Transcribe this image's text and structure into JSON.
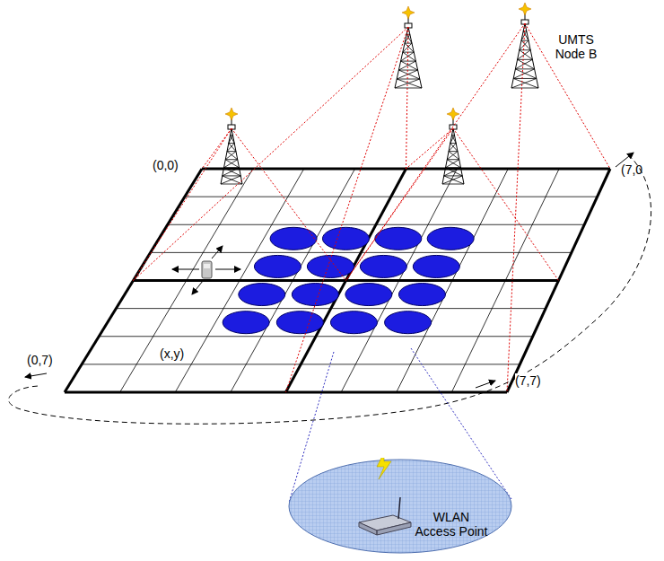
{
  "diagram": {
    "nodes": [
      {
        "text": [
          "WLAN Access Point"
        ]
      }
    ],
    "labels": [
      "UMTS Node B",
      "(0,0)",
      "(7,0",
      "(0,7)",
      "(x,y)",
      "(7,7)"
    ]
  }
}
